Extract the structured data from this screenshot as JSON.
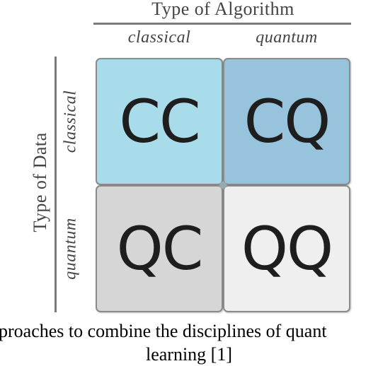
{
  "header": {
    "algorithm_axis_title": "Type of Algorithm",
    "data_axis_title": "Type of Data"
  },
  "columns": [
    "classical",
    "quantum"
  ],
  "rows": [
    "classical",
    "quantum"
  ],
  "cells": {
    "cc": {
      "label": "CC",
      "color": "#a8dcea"
    },
    "cq": {
      "label": "CQ",
      "color": "#97c3dc"
    },
    "qc": {
      "label": "QC",
      "color": "#d6d6d6"
    },
    "qq": {
      "label": "QQ",
      "color": "#efefef"
    }
  },
  "caption": {
    "line1": "proaches to combine the disciplines of quant",
    "line2": "learning [1]"
  }
}
